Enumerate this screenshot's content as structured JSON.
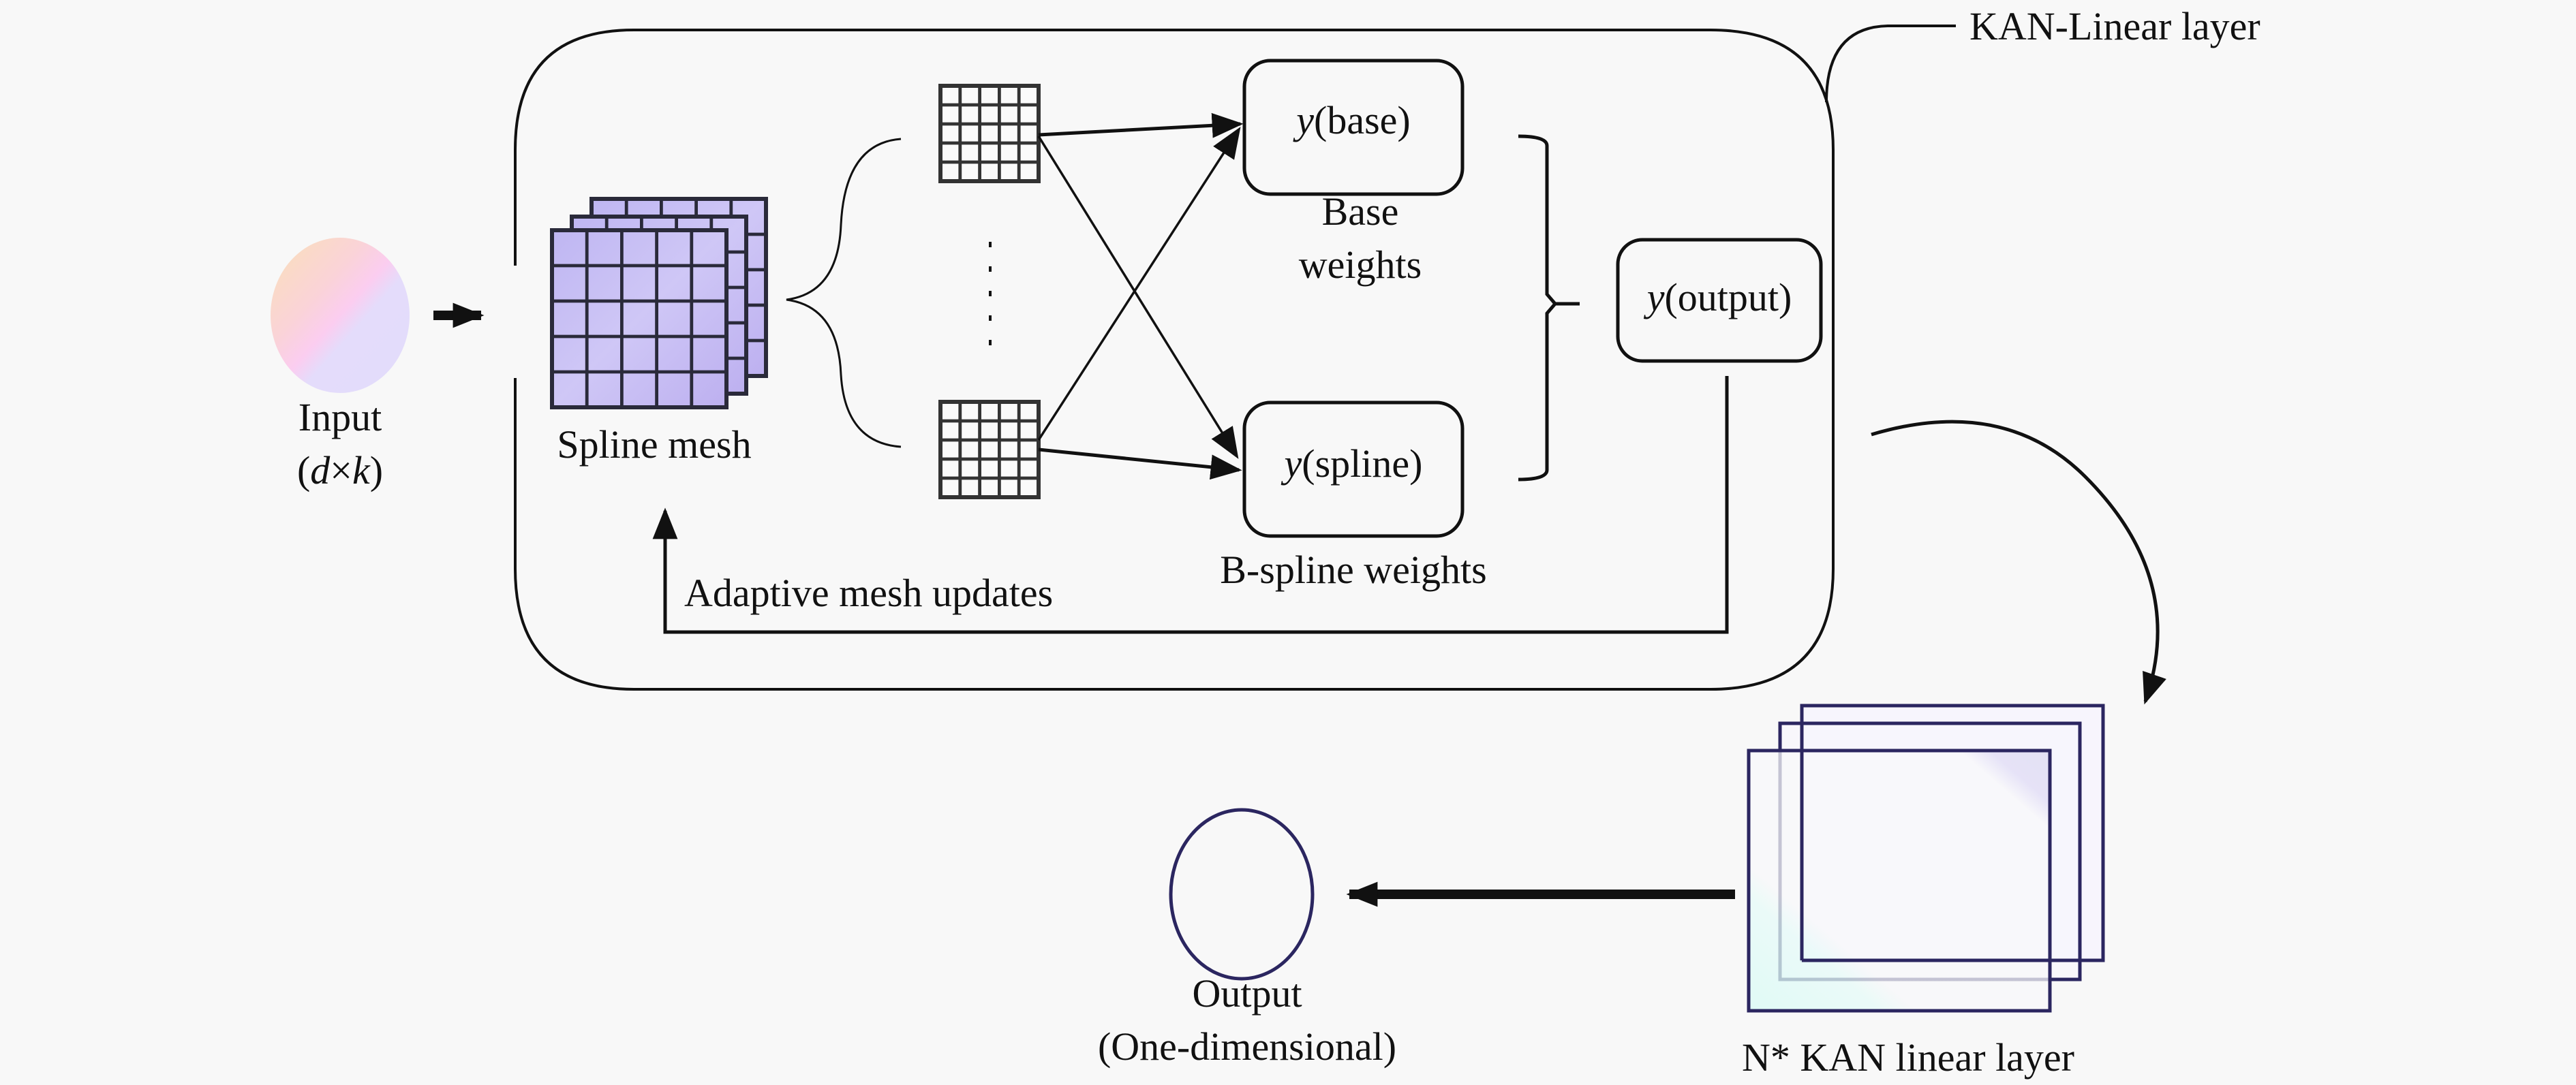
{
  "title_callout": "KAN-Linear layer",
  "input": {
    "label": "Input",
    "dims_open": "(",
    "dims_d": "d",
    "dims_times": "×",
    "dims_k": "k",
    "dims_close": ")"
  },
  "spline_mesh": {
    "label": "Spline mesh",
    "grid_rows": 5,
    "grid_cols": 5,
    "stack_count": 3
  },
  "small_grids": {
    "rows": 5,
    "cols": 5,
    "ellipsis": "⋮"
  },
  "base_box": {
    "var": "y",
    "text": "(base)",
    "caption_line1": "Base",
    "caption_line2": "weights"
  },
  "spline_box": {
    "var": "y",
    "text": "(spline)",
    "caption": "B-spline weights"
  },
  "output_box": {
    "var": "y",
    "text": "(output)"
  },
  "feedback": {
    "label": "Adaptive mesh updates"
  },
  "stack": {
    "label": "N* KAN linear layer",
    "count": 3
  },
  "output": {
    "label": "Output",
    "sublabel": "(One-dimensional)"
  },
  "colors": {
    "line": "#111111",
    "mesh_fill": "#c9c3f3",
    "mesh_accent": "#b59cf0",
    "stack_stroke": "#2b2660",
    "input_a": "#f9d6c4",
    "input_b": "#fbd0ec",
    "input_c": "#e2dcfb"
  }
}
